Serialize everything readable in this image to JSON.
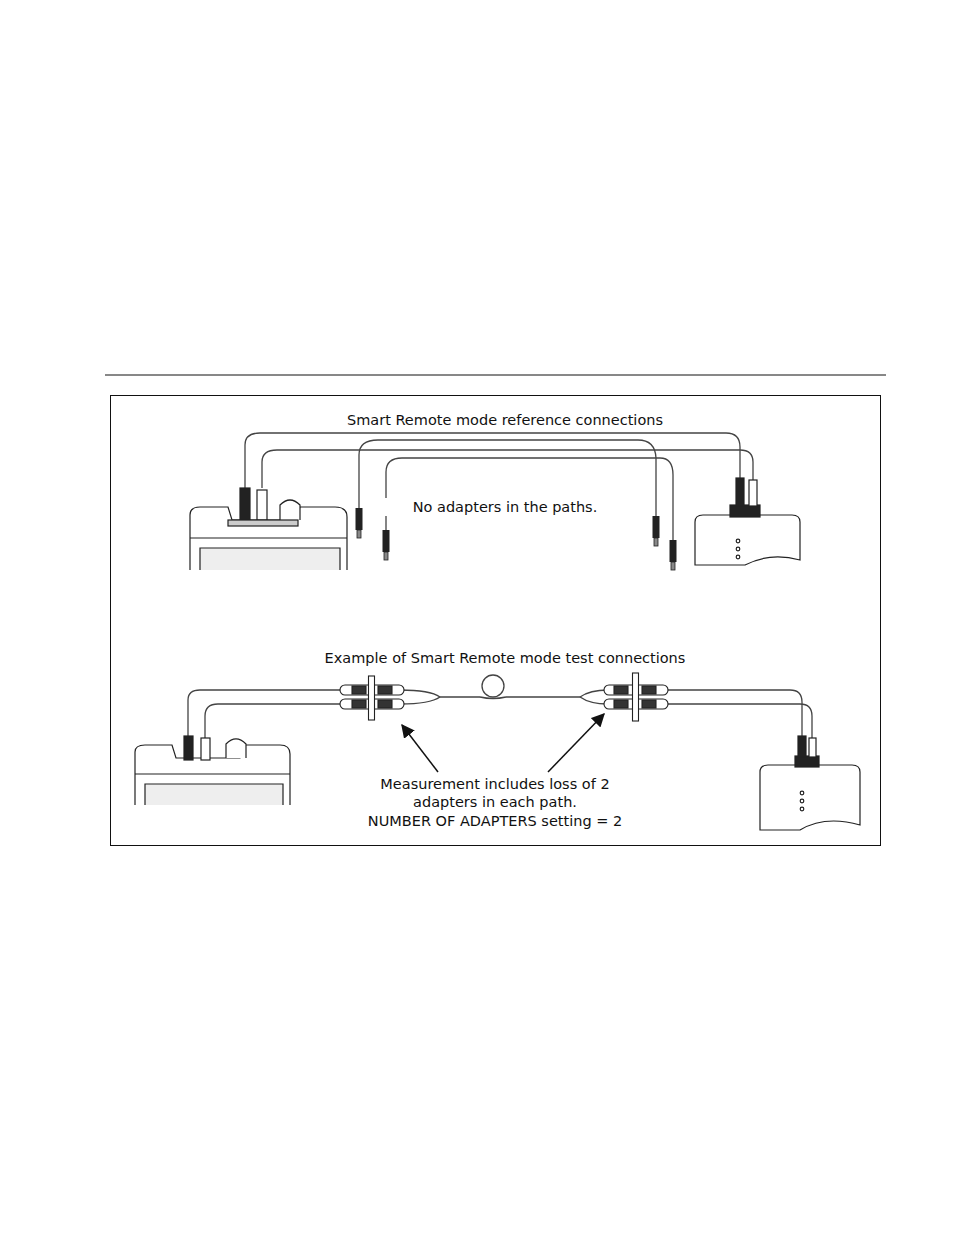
{
  "diagram": {
    "labels": [
      "Smart Remote mode reference connections",
      "No adapters in the paths.",
      "Example of Smart Remote mode test connections",
      "Measurement includes loss of 2 adapters in each path.",
      "NUMBER OF ADAPTERS setting = 2"
    ]
  }
}
